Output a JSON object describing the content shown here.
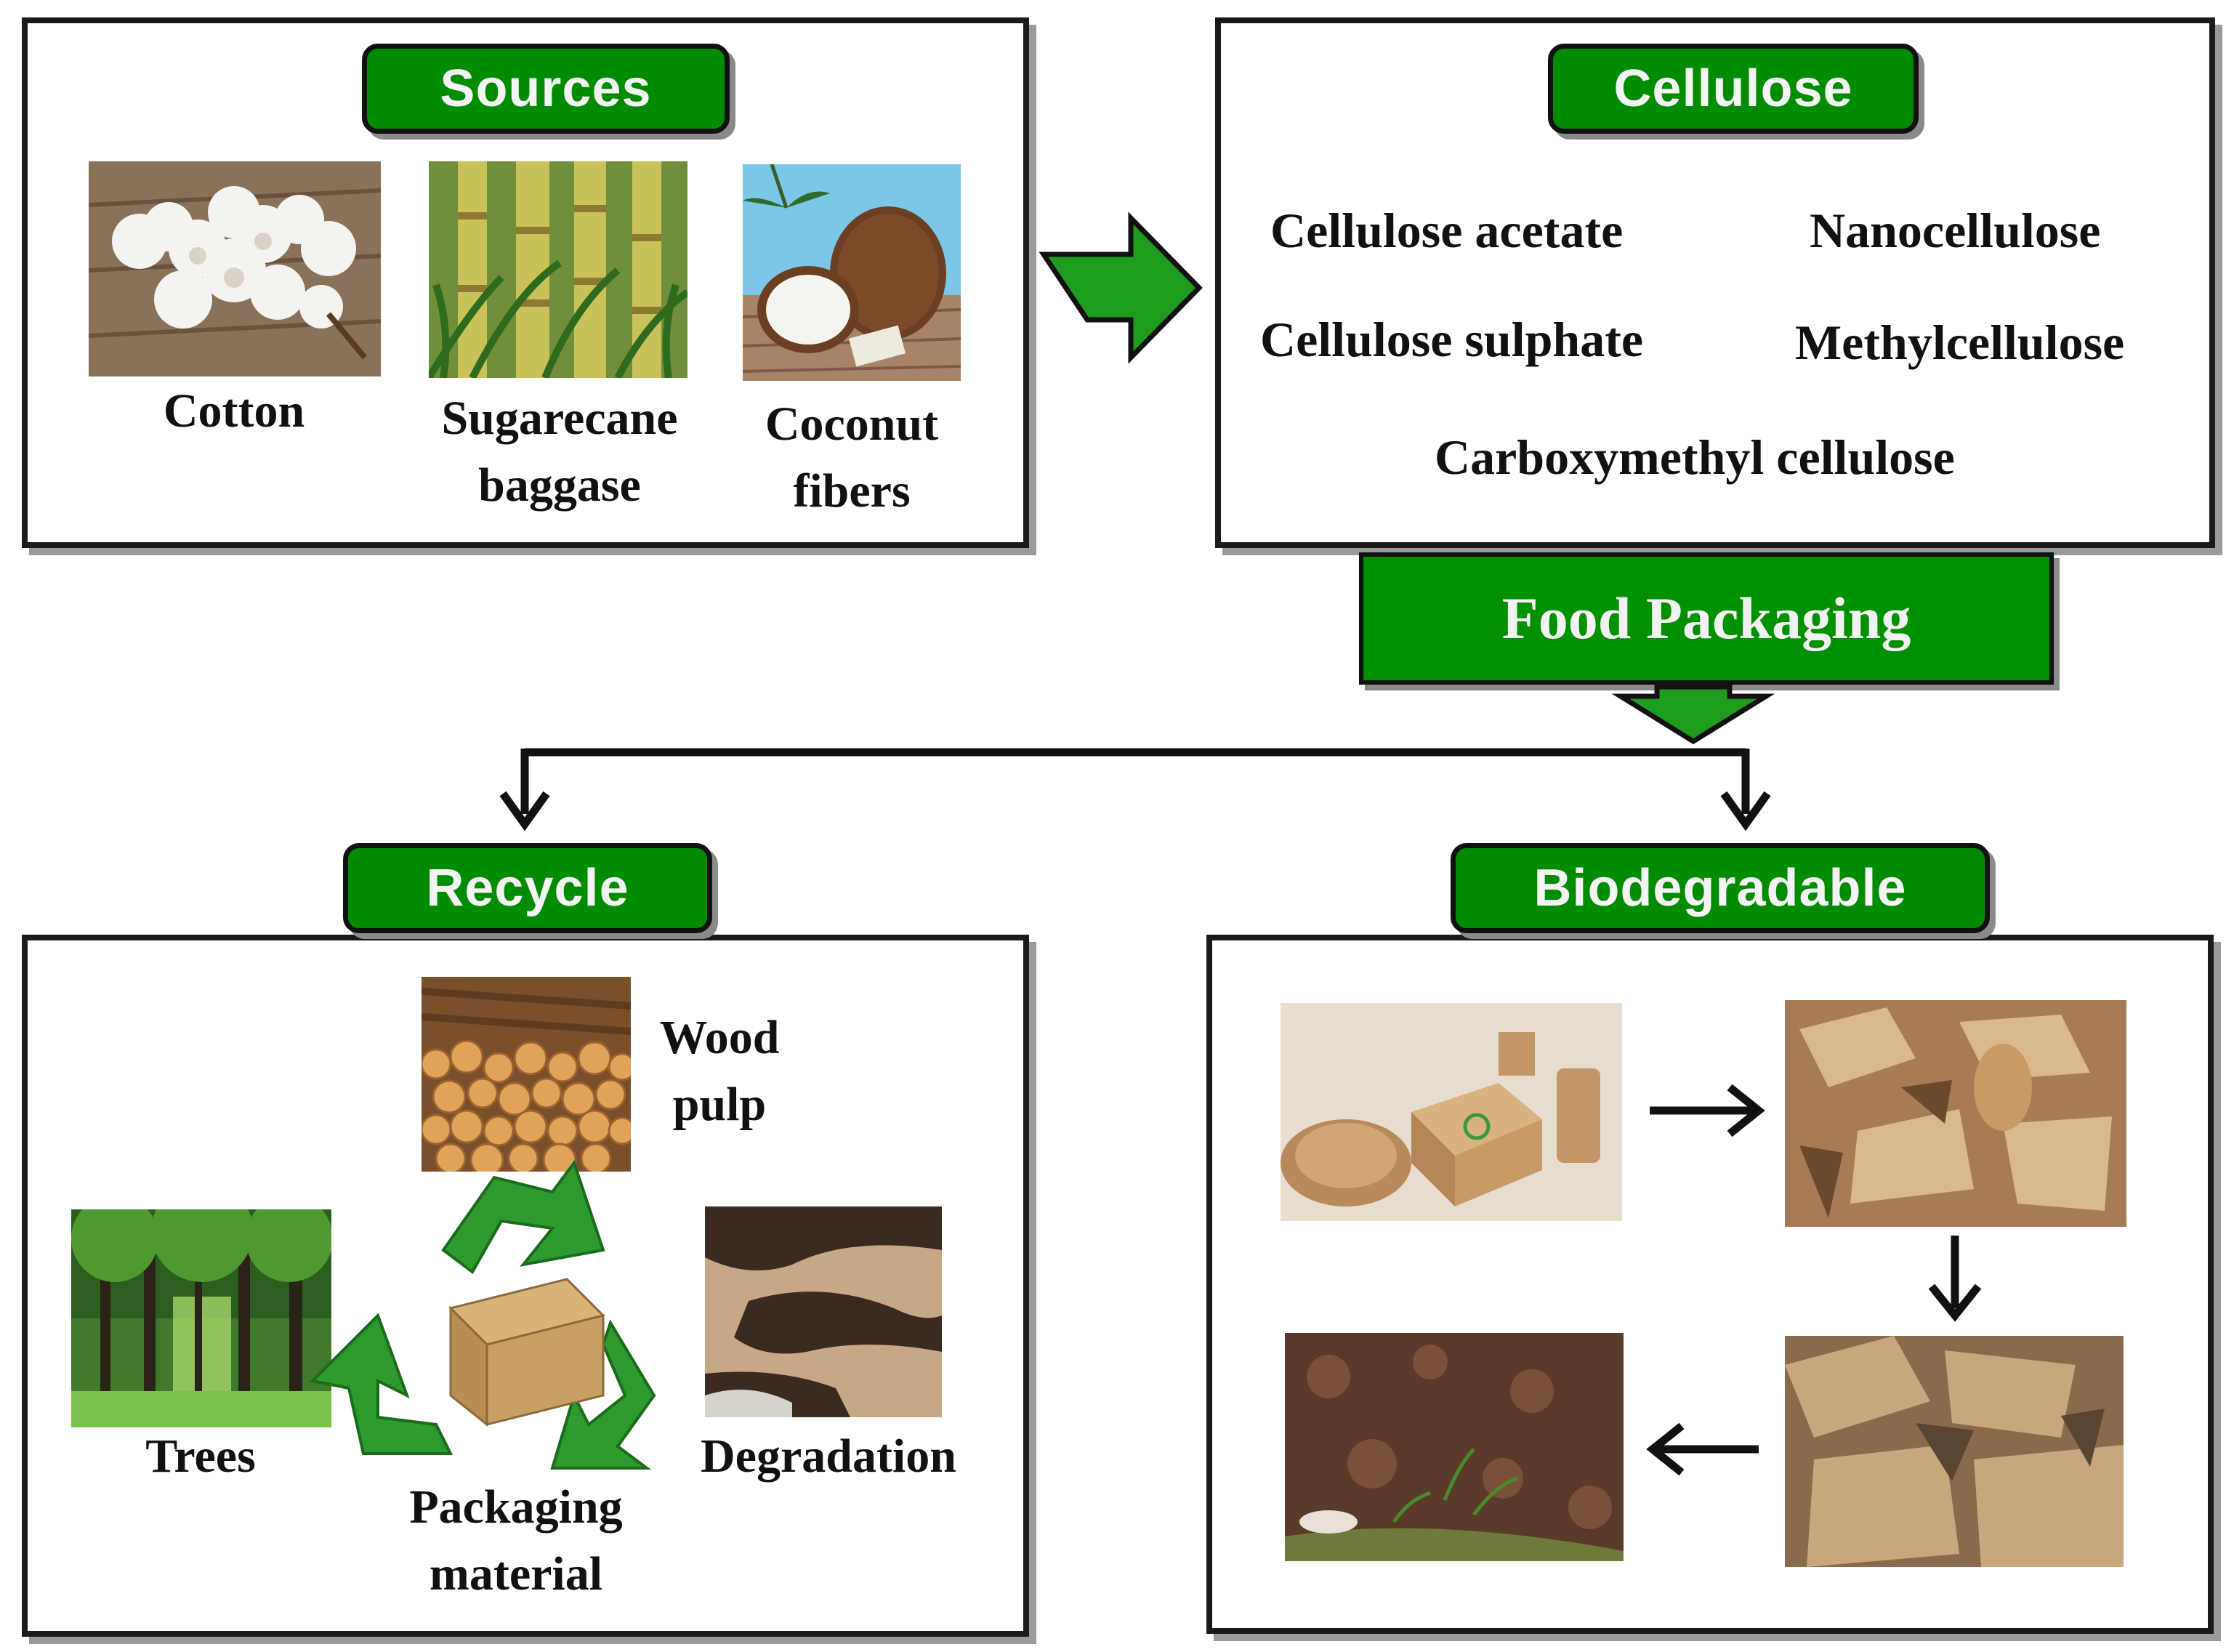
{
  "sources": {
    "title": "Sources",
    "items": [
      {
        "label": "Cotton"
      },
      {
        "label_line1": "Sugarecane",
        "label_line2": "baggase"
      },
      {
        "label_line1": "Coconut",
        "label_line2": "fibers"
      }
    ]
  },
  "cellulose": {
    "title": "Cellulose",
    "types": [
      "Cellulose acetate",
      "Nanocellulose",
      "Cellulose sulphate",
      "Methylcellulose",
      "Carboxymethyl cellulose"
    ]
  },
  "food_packaging": {
    "title": "Food Packaging"
  },
  "recycle": {
    "title": "Recycle",
    "wood_pulp_line1": "Wood",
    "wood_pulp_line2": "pulp",
    "trees": "Trees",
    "degradation": "Degradation",
    "packaging_line1": "Packaging",
    "packaging_line2": "material"
  },
  "biodegradable": {
    "title": "Biodegradable"
  },
  "colors": {
    "accent_green": "#008c00",
    "arrow_green": "#1e9c1e",
    "border": "#1a1a1a"
  },
  "icons": [
    "cotton-image",
    "sugarcane-image",
    "coconut-image",
    "wood-pulp-image",
    "trees-image",
    "degradation-image",
    "recycle-symbol-icon",
    "cardboard-box-icon",
    "paper-tableware-image",
    "torn-paper-image",
    "shredded-cardboard-image",
    "soil-image"
  ]
}
